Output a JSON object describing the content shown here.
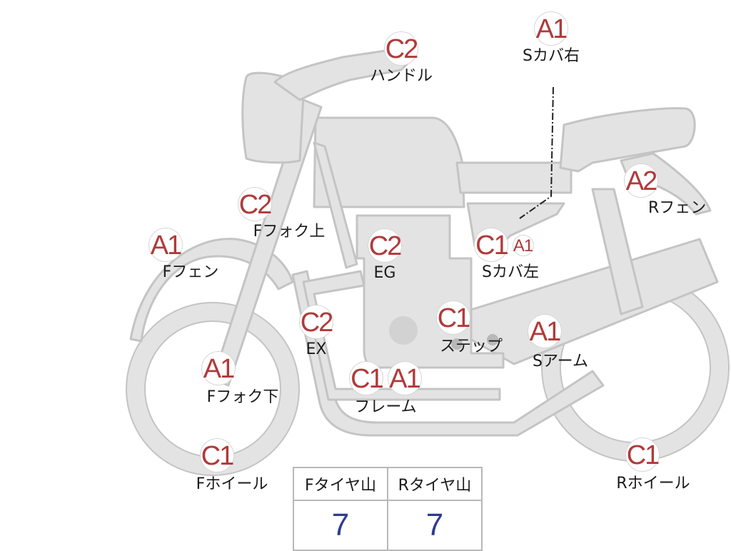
{
  "parts": [
    {
      "id": "handle",
      "grade": "C2",
      "label": "ハンドル"
    },
    {
      "id": "s-cover-right",
      "grade": "A1",
      "label": "Sカバ右"
    },
    {
      "id": "r-fender",
      "grade": "A2",
      "label": "Rフェン"
    },
    {
      "id": "f-fork-upper",
      "grade": "C2",
      "label": "Fフォク上"
    },
    {
      "id": "f-fender",
      "grade": "A1",
      "label": "Fフェン"
    },
    {
      "id": "engine",
      "grade": "C2",
      "label": "EG"
    },
    {
      "id": "s-cover-left",
      "grade": "C1",
      "grade2": "A1",
      "label": "Sカバ左"
    },
    {
      "id": "exhaust",
      "grade": "C2",
      "label": "EX"
    },
    {
      "id": "step",
      "grade": "C1",
      "label": "ステップ"
    },
    {
      "id": "s-arm",
      "grade": "A1",
      "label": "Sアーム"
    },
    {
      "id": "f-fork-lower",
      "grade": "A1",
      "label": "Fフォク下"
    },
    {
      "id": "frame",
      "grade": "C1",
      "grade2": "A1",
      "label": "フレーム"
    },
    {
      "id": "f-wheel",
      "grade": "C1",
      "label": "Fホイール"
    },
    {
      "id": "r-wheel",
      "grade": "C1",
      "label": "Rホイール"
    }
  ],
  "tire_table": {
    "headers": [
      "Fタイヤ山",
      "Rタイヤ山"
    ],
    "values": [
      "7",
      "7"
    ]
  },
  "colors": {
    "bike_fill": "#e3e3e3",
    "bike_stroke": "#c4c4c4",
    "grade_text": "#b03a3a",
    "tire_value": "#2c3d8f"
  }
}
